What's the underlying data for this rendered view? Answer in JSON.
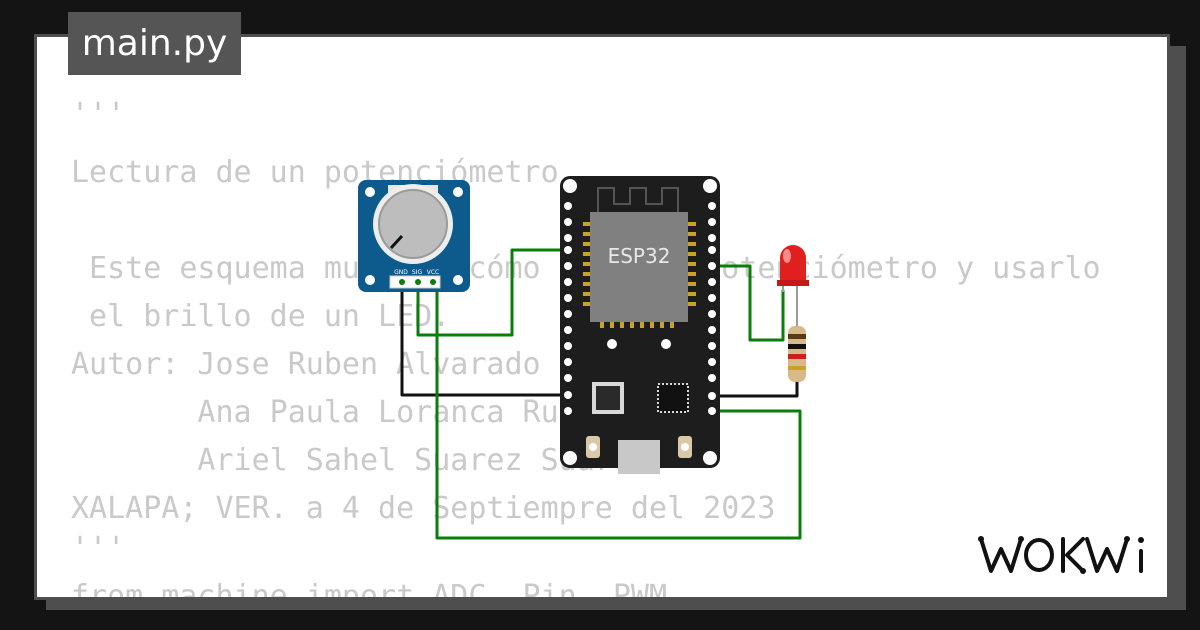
{
  "file_tab": {
    "name": "main.py"
  },
  "code_lines": [
    "'''",
    "Lectura de un potenciómetro",
    "",
    " Este esquema muestra cómo leer un potenciómetro y usarlo",
    " el brillo de un LED.",
    "Autor: Jose Ruben Alvarado",
    "       Ana Paula Loranca Ruiz",
    "       Ariel Sahel Suarez Suarez",
    "XALAPA; VER. a 4 de Septiempre del 2023",
    "'''",
    "from machine import ADC, Pin, PWM"
  ],
  "board": {
    "chip_label": "ESP32"
  },
  "potentiometer": {
    "pin_labels": [
      "GND",
      "SIG",
      "VCC"
    ]
  },
  "brand": {
    "name": "WOKWi"
  },
  "colors": {
    "wire_green": "#0a7d0a",
    "wire_black": "#111111",
    "board": "#1d1d1d",
    "pot_board": "#0d5a8c",
    "led": "#e0201e"
  }
}
